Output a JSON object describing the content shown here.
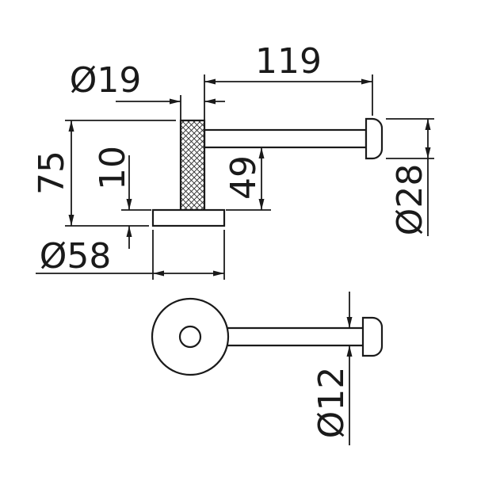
{
  "drawing": {
    "type": "technical-dimension-drawing",
    "subject": "wall-mounted toilet roll holder, side elevation and plan view",
    "colors": {
      "line": "#1a1a1a",
      "background": "#ffffff"
    },
    "labels": {
      "arm_length": "119",
      "post_diameter": "Ø19",
      "overall_height": "75",
      "base_thickness": "10",
      "arm_height": "49",
      "base_diameter": "Ø58",
      "cap_diameter": "Ø28",
      "bar_diameter": "Ø12"
    }
  }
}
